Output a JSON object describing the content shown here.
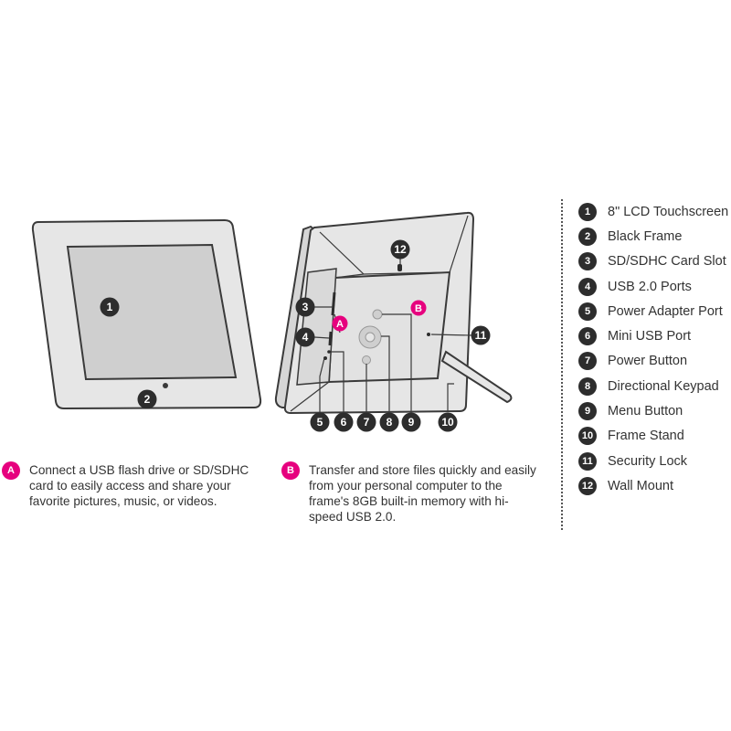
{
  "legend": {
    "items": [
      {
        "number": "1",
        "label": "8\" LCD Touchscreen"
      },
      {
        "number": "2",
        "label": "Black Frame"
      },
      {
        "number": "3",
        "label": "SD/SDHC Card Slot"
      },
      {
        "number": "4",
        "label": "USB 2.0 Ports"
      },
      {
        "number": "5",
        "label": "Power Adapter Port"
      },
      {
        "number": "6",
        "label": "Mini USB Port"
      },
      {
        "number": "7",
        "label": "Power Button"
      },
      {
        "number": "8",
        "label": "Directional Keypad"
      },
      {
        "number": "9",
        "label": "Menu Button"
      },
      {
        "number": "10",
        "label": "Frame Stand"
      },
      {
        "number": "11",
        "label": "Security Lock"
      },
      {
        "number": "12",
        "label": "Wall Mount"
      }
    ]
  },
  "callouts": {
    "a": {
      "letter": "A",
      "text": "Connect a USB flash drive or SD/SDHC card to easily access and share your favorite pictures, music, or videos."
    },
    "b": {
      "letter": "B",
      "text": "Transfer and store files quickly and easily from your personal computer to the frame's 8GB built-in memory with hi-speed USB 2.0."
    }
  },
  "colors": {
    "badge_dark": "#2d2d2d",
    "accent_magenta": "#e6007e",
    "frame_fill": "#e6e6e6",
    "outline": "#3a3a3a"
  }
}
